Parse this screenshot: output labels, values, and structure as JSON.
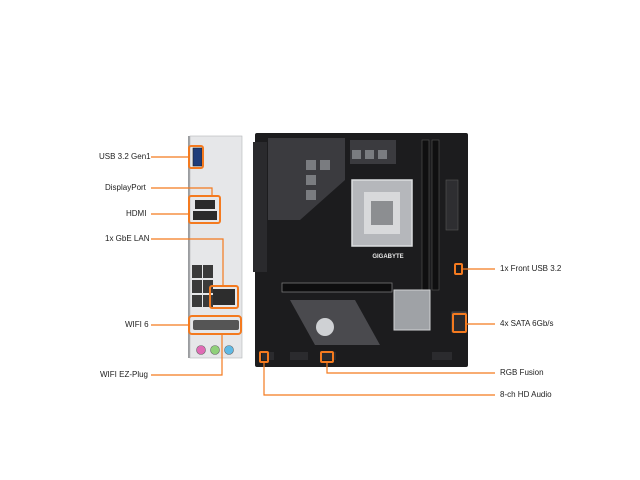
{
  "labels": {
    "usb32gen1": "USB 3.2 Gen1",
    "displayport": "DisplayPort",
    "hdmi": "HDMI",
    "lan": "1x GbE LAN",
    "wifi6": "WIFI 6",
    "wifi_ez": "WIFI EZ-Plug",
    "front_usb": "1x Front USB 3.2",
    "sata": "4x SATA 6Gb/s",
    "rgb": "RGB Fusion",
    "audio": "8-ch HD Audio"
  },
  "board_brand": "GIGABYTE",
  "colors": {
    "callout": "#f47a1f",
    "pcb": "#1c1c1e",
    "silver": "#c7c9cc"
  }
}
